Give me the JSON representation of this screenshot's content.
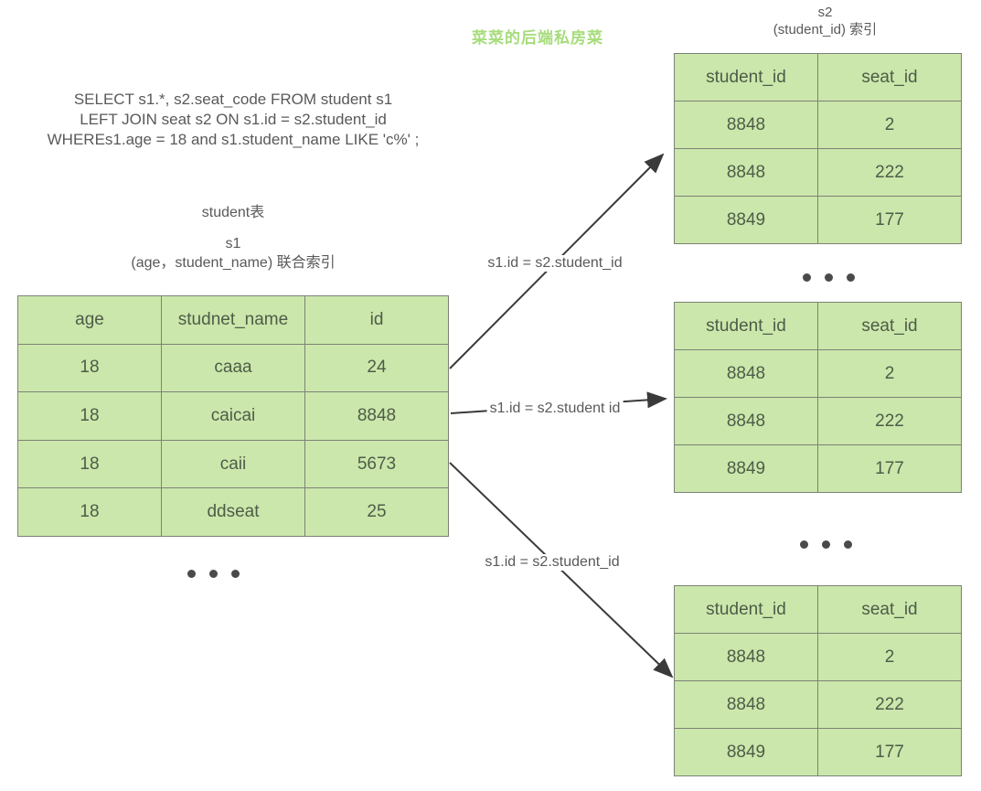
{
  "watermark": "菜菜的后端私房菜",
  "sql": {
    "line1": "SELECT s1.*, s2.seat_code FROM student s1",
    "line2": "LEFT JOIN seat s2 ON s1.id = s2.student_id",
    "line3": "WHEREs1.age = 18 and s1.student_name LIKE 'c%' ;"
  },
  "student_table": {
    "title": "student表",
    "alias": "s1",
    "index_note": "(age，student_name)  联合索引",
    "headers": [
      "age",
      "studnet_name",
      "id"
    ],
    "rows": [
      [
        "18",
        "caaa",
        "24"
      ],
      [
        "18",
        "caicai",
        "8848"
      ],
      [
        "18",
        "caii",
        "5673"
      ],
      [
        "18",
        "ddseat",
        "25"
      ]
    ]
  },
  "seat_index": {
    "alias": "s2",
    "index_note": "(student_id)  索引",
    "headers": [
      "student_id",
      "seat_id"
    ],
    "tables": [
      {
        "rows": [
          [
            "8848",
            "2"
          ],
          [
            "8848",
            "222"
          ],
          [
            "8849",
            "177"
          ]
        ]
      },
      {
        "rows": [
          [
            "8848",
            "2"
          ],
          [
            "8848",
            "222"
          ],
          [
            "8849",
            "177"
          ]
        ]
      },
      {
        "rows": [
          [
            "8848",
            "2"
          ],
          [
            "8848",
            "222"
          ],
          [
            "8849",
            "177"
          ]
        ]
      }
    ]
  },
  "arrows": [
    {
      "label": "s1.id = s2.student_id"
    },
    {
      "label": "s1.id = s2.student id"
    },
    {
      "label": "s1.id = s2.student_id"
    }
  ],
  "colors": {
    "cell_bg": "#cbe7ab",
    "cell_border": "#7c8277",
    "cell_text": "#4e5c49",
    "caption_text": "#595959",
    "watermark": "#a7dc7c",
    "arrow": "#3a3a3a"
  }
}
